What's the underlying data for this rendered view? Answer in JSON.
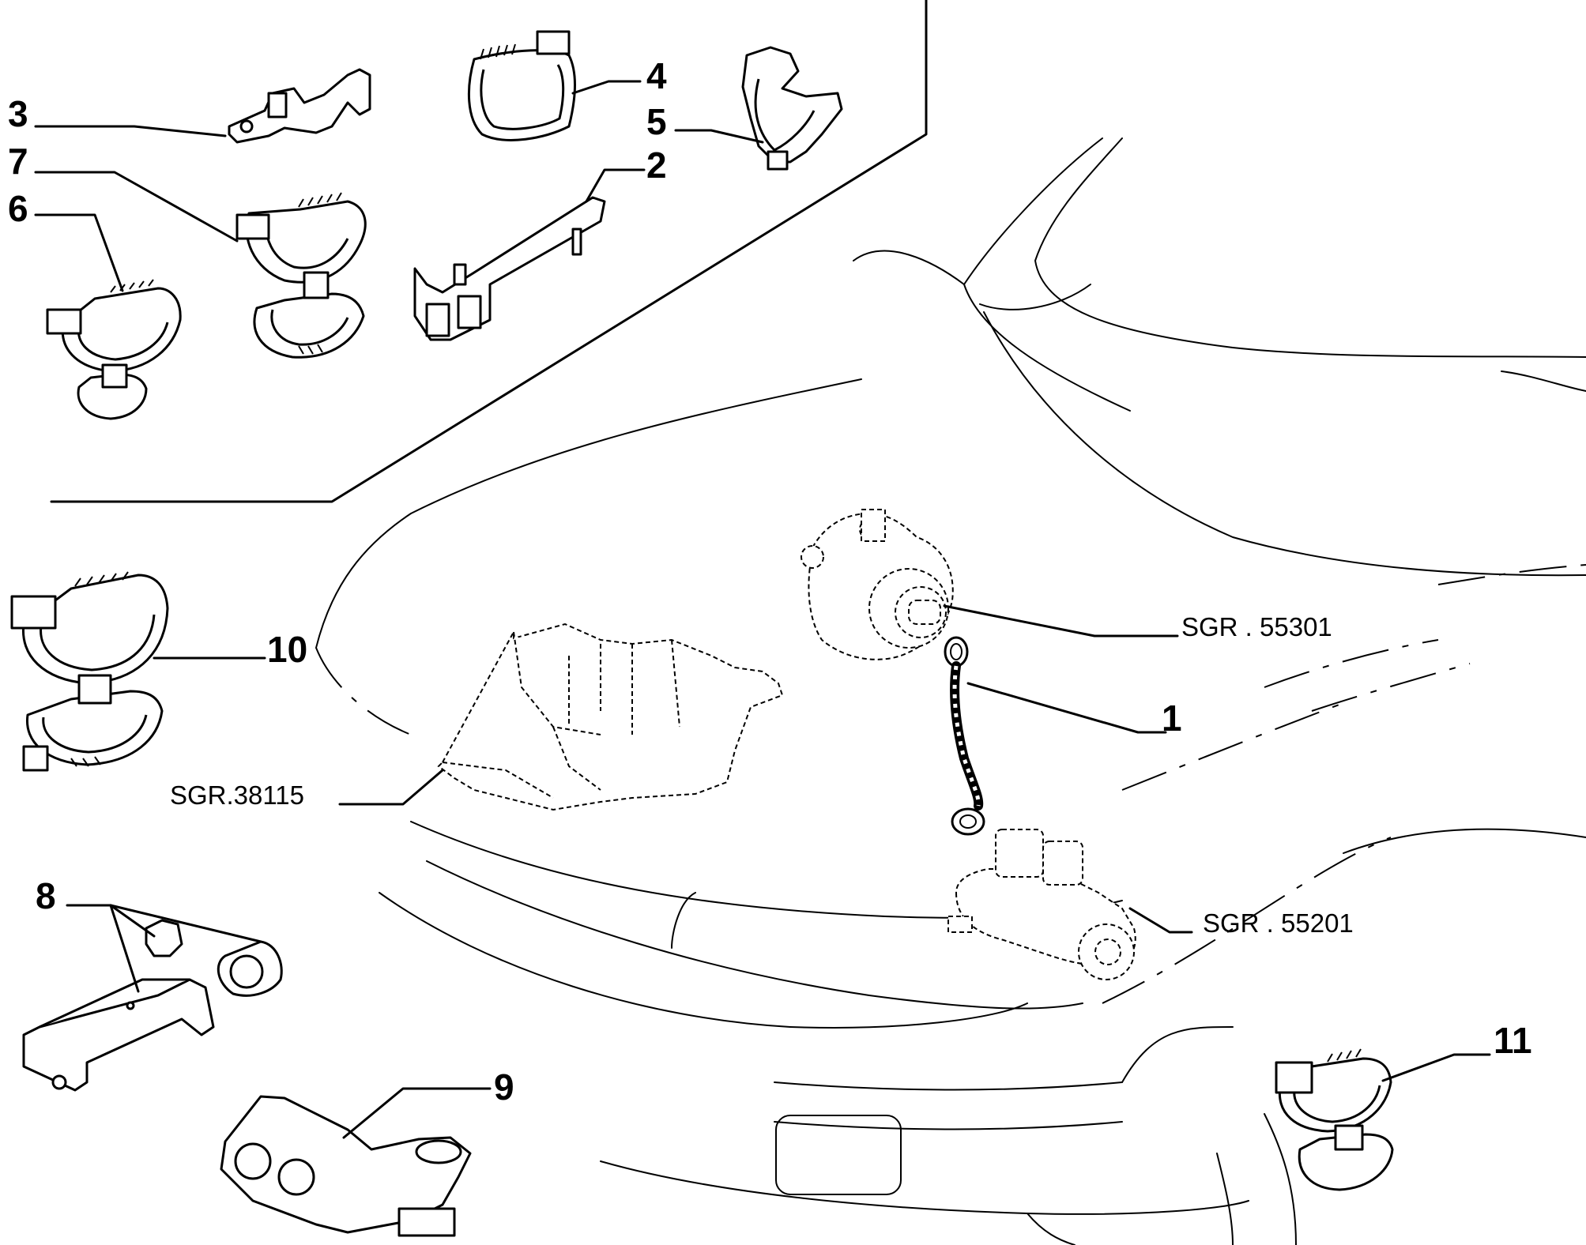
{
  "diagram": {
    "callouts": [
      {
        "id": "1",
        "label": "1"
      },
      {
        "id": "2",
        "label": "2"
      },
      {
        "id": "3",
        "label": "3"
      },
      {
        "id": "4",
        "label": "4"
      },
      {
        "id": "5",
        "label": "5"
      },
      {
        "id": "6",
        "label": "6"
      },
      {
        "id": "7",
        "label": "7"
      },
      {
        "id": "8",
        "label": "8"
      },
      {
        "id": "9",
        "label": "9"
      },
      {
        "id": "10",
        "label": "10"
      },
      {
        "id": "11",
        "label": "11"
      }
    ],
    "references": {
      "alternator": "SGR . 55301",
      "starter": "SGR . 55201",
      "engine_shield": "SGR.38115"
    }
  }
}
